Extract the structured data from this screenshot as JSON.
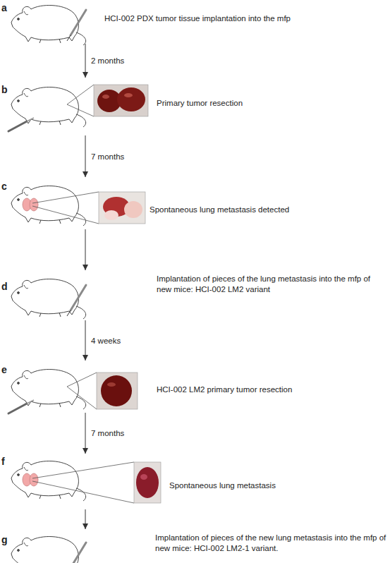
{
  "diagram": {
    "nodes": [
      {
        "text": [
          "a",
          "HCI-002 PDX tumor tissue implantation into the mfp"
        ]
      },
      {
        "text": [
          "b",
          "Primary tumor resection"
        ]
      },
      {
        "text": [
          "c",
          "Spontaneous lung metastasis detected"
        ]
      },
      {
        "text": [
          "d",
          "Implantation of pieces of the lung metastasis into the mfp of new mice: HCI-002 LM2 variant"
        ]
      },
      {
        "text": [
          "e",
          "HCI-002 LM2 primary tumor resection"
        ]
      },
      {
        "text": [
          "f",
          "Spontaneous lung metastasis"
        ]
      },
      {
        "text": [
          "g",
          "Implantation of pieces of the new lung metastasis into the mfp of new mice: HCI-002 LM2-1 variant."
        ]
      }
    ],
    "edges": [
      {
        "from": 0,
        "to": 1,
        "arrow": "to",
        "label": "2 months"
      },
      {
        "from": 1,
        "to": 2,
        "arrow": "to",
        "label": "7 months"
      },
      {
        "from": 2,
        "to": 3,
        "arrow": "to"
      },
      {
        "from": 3,
        "to": 4,
        "arrow": "to",
        "label": "4 weeks"
      },
      {
        "from": 4,
        "to": 5,
        "arrow": "to",
        "label": "7 months"
      },
      {
        "from": 5,
        "to": 6,
        "arrow": "to"
      }
    ]
  }
}
